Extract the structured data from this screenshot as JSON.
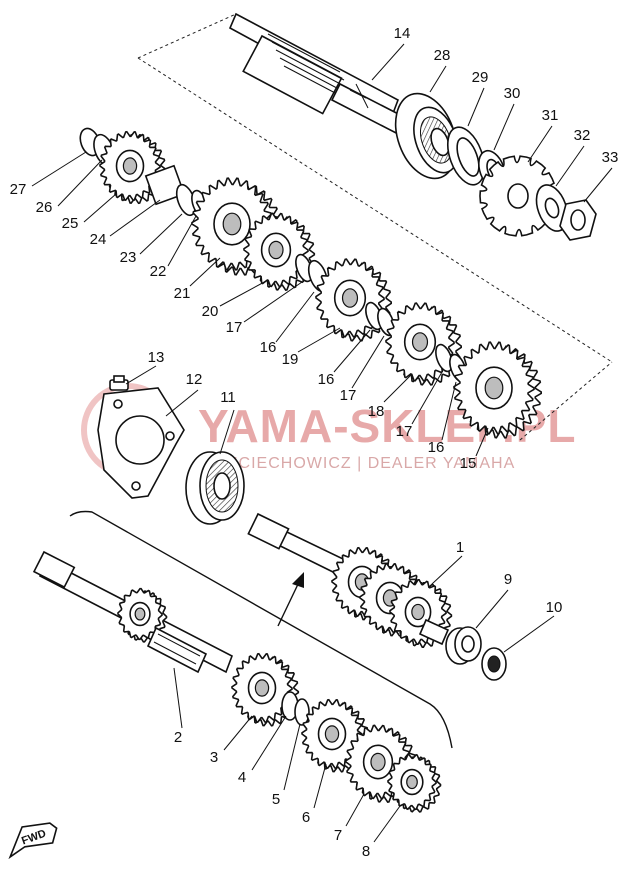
{
  "watermark": {
    "brand": "YAMA-SKLEP.PL",
    "subtitle": "WOJCIECHOWICZ | DEALER YAMAHA",
    "accent": "#e7a9a9"
  },
  "fwd_label": "FWD",
  "callouts": [
    "1",
    "2",
    "3",
    "4",
    "5",
    "6",
    "7",
    "8",
    "9",
    "10",
    "11",
    "12",
    "13",
    "14",
    "15",
    "16",
    "16",
    "16",
    "16",
    "17",
    "17",
    "17",
    "18",
    "19",
    "20",
    "21",
    "22",
    "23",
    "24",
    "25",
    "26",
    "27",
    "28",
    "29",
    "30",
    "31",
    "32",
    "33"
  ]
}
